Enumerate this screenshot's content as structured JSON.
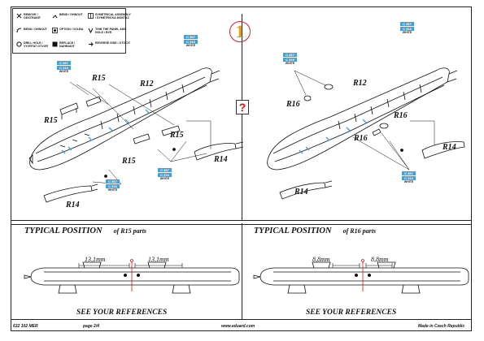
{
  "legend": {
    "items": [
      {
        "icon": "remove-icon",
        "label": "REMOVE / ODSTRANIT"
      },
      {
        "icon": "bend-icon",
        "label": "BEND / OHNOUT"
      },
      {
        "icon": "symmetrical-icon",
        "label": "SYMETRICAL ASSEMBLY / SYMETRICKA MONTAZ"
      },
      {
        "icon": "bend-round-icon",
        "label": "BEND / OHNOUT"
      },
      {
        "icon": "option-icon",
        "label": "OPTION / VOLBA"
      },
      {
        "icon": "thin-icon",
        "label": "THIN THE PANEL AND HOLE / BYE"
      },
      {
        "icon": "drill-icon",
        "label": "DRILL HOLE / VYVRTAT OTVOR"
      },
      {
        "icon": "replace-icon",
        "label": "REPLACE / NAHRADIT"
      },
      {
        "icon": "reverse-icon",
        "label": "REVERSE SIDE / OTOCIT"
      }
    ]
  },
  "step_number": "1",
  "question_mark": "?",
  "parts": {
    "left": [
      "R15",
      "R12",
      "R15",
      "R15",
      "R15",
      "R14",
      "R14"
    ],
    "right": [
      "R12",
      "R16",
      "R16",
      "R16",
      "R14",
      "R14"
    ]
  },
  "badge": {
    "line1": "C 367",
    "line2": "C 316",
    "line3": "WHITE"
  },
  "sections": {
    "left_title": "TYPICAL POSITION",
    "left_sub": "of R15 parts",
    "right_title": "TYPICAL POSITION",
    "right_sub": "of R16 parts",
    "left_meas": [
      "13,1mm",
      "13,1mm"
    ],
    "right_meas": [
      "8,8mm",
      "8,8mm"
    ],
    "see_left": "SEE YOUR REFERENCES",
    "see_right": "SEE YOUR REFERENCES"
  },
  "footer": {
    "code": "632 102  MER",
    "page": "page 2/4",
    "url": "www.eduard.com",
    "made": "Made in Czech Republic"
  },
  "colors": {
    "accent_blue": "#3aa4e0",
    "step_red": "#d22222",
    "step_orange": "#e0a000"
  }
}
